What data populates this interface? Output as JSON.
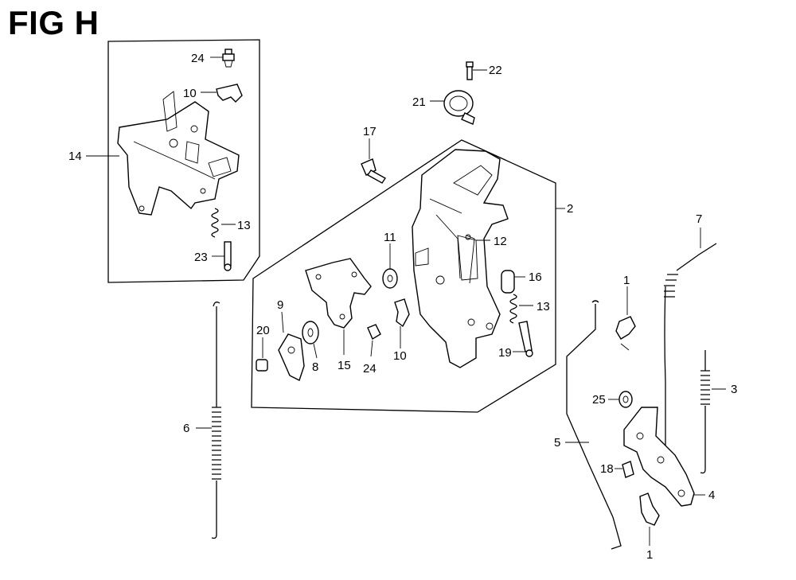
{
  "figure": {
    "title": "FIG H"
  },
  "callouts": {
    "c24a": "24",
    "c10a": "10",
    "c14": "14",
    "c13a": "13",
    "c23": "23",
    "c22": "22",
    "c21": "21",
    "c17": "17",
    "c2": "2",
    "c11": "11",
    "c12": "12",
    "c16": "16",
    "c13b": "13",
    "c9": "9",
    "c20": "20",
    "c8": "8",
    "c15": "15",
    "c24b": "24",
    "c10b": "10",
    "c19": "19",
    "c7": "7",
    "c1a": "1",
    "c3": "3",
    "c25": "25",
    "c5": "5",
    "c6": "6",
    "c18": "18",
    "c4": "4",
    "c1b": "1"
  }
}
